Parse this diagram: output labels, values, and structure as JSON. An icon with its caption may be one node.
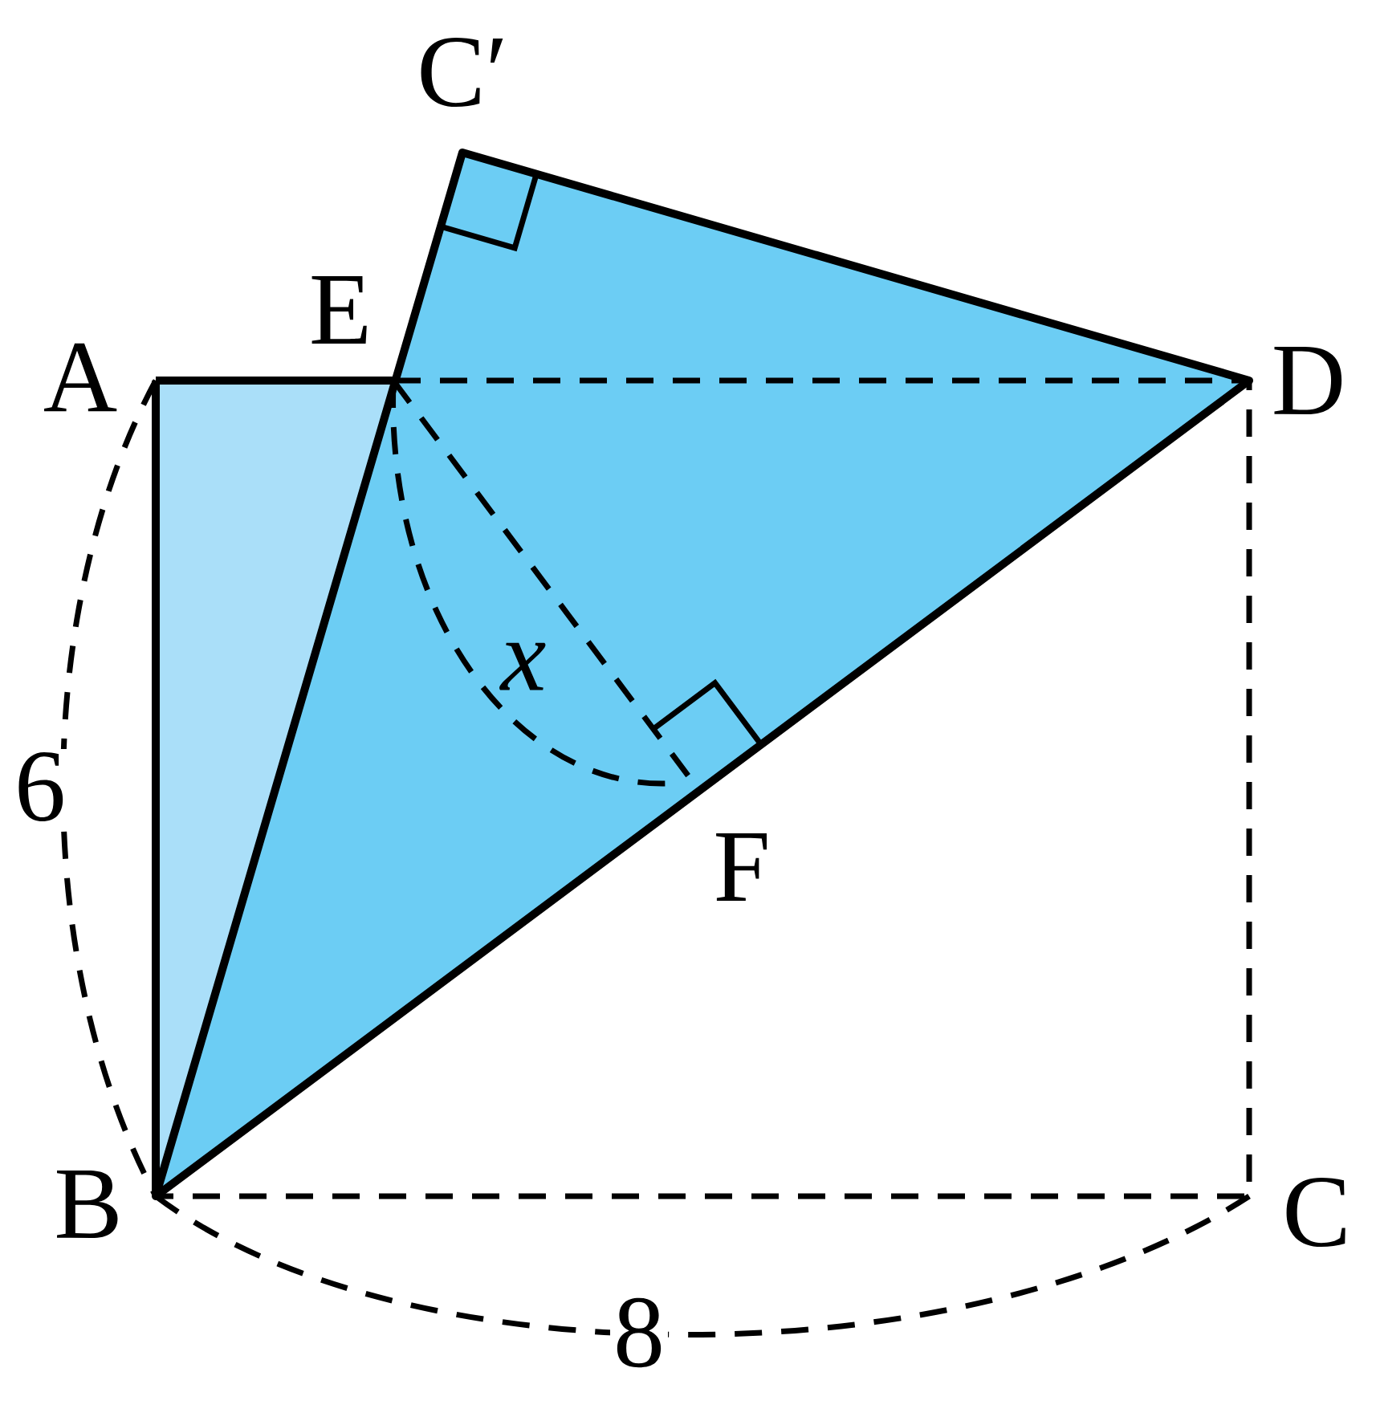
{
  "diagram": {
    "labels": [
      "C′",
      "A",
      "E",
      "D",
      "x",
      "6",
      "F",
      "B",
      "C",
      "8"
    ]
  }
}
